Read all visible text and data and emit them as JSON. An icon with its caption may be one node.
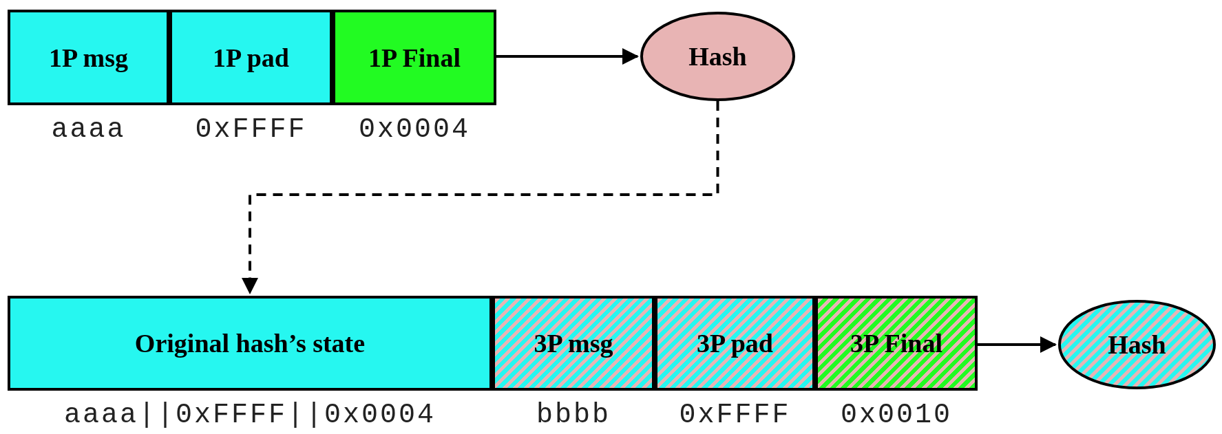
{
  "diagram": {
    "nodes": [
      {
        "text": [
          "1P msg"
        ],
        "beside": [
          "aaaa"
        ]
      },
      {
        "text": [
          "1P pad"
        ],
        "beside": [
          "0xFFFF"
        ]
      },
      {
        "text": [
          "1P Final"
        ],
        "beside": [
          "0x0004"
        ]
      },
      {
        "text": [
          "Hash"
        ]
      },
      {
        "text": [
          "Original hash’s state"
        ],
        "beside": [
          "aaaa||0xFFFF||0x0004"
        ]
      },
      {
        "text": [
          "3P msg"
        ],
        "beside": [
          "bbbb"
        ]
      },
      {
        "text": [
          "3P pad"
        ],
        "beside": [
          "0xFFFF"
        ]
      },
      {
        "text": [
          "3P Final"
        ],
        "beside": [
          "0x0010"
        ]
      },
      {
        "text": [
          "Hash"
        ]
      }
    ],
    "edges": [
      {
        "from": 2,
        "to": 3,
        "arrow": "to"
      },
      {
        "from": 3,
        "to": 4,
        "arrow": "to",
        "style": "dashed"
      },
      {
        "from": 7,
        "to": 8,
        "arrow": "to"
      }
    ]
  }
}
